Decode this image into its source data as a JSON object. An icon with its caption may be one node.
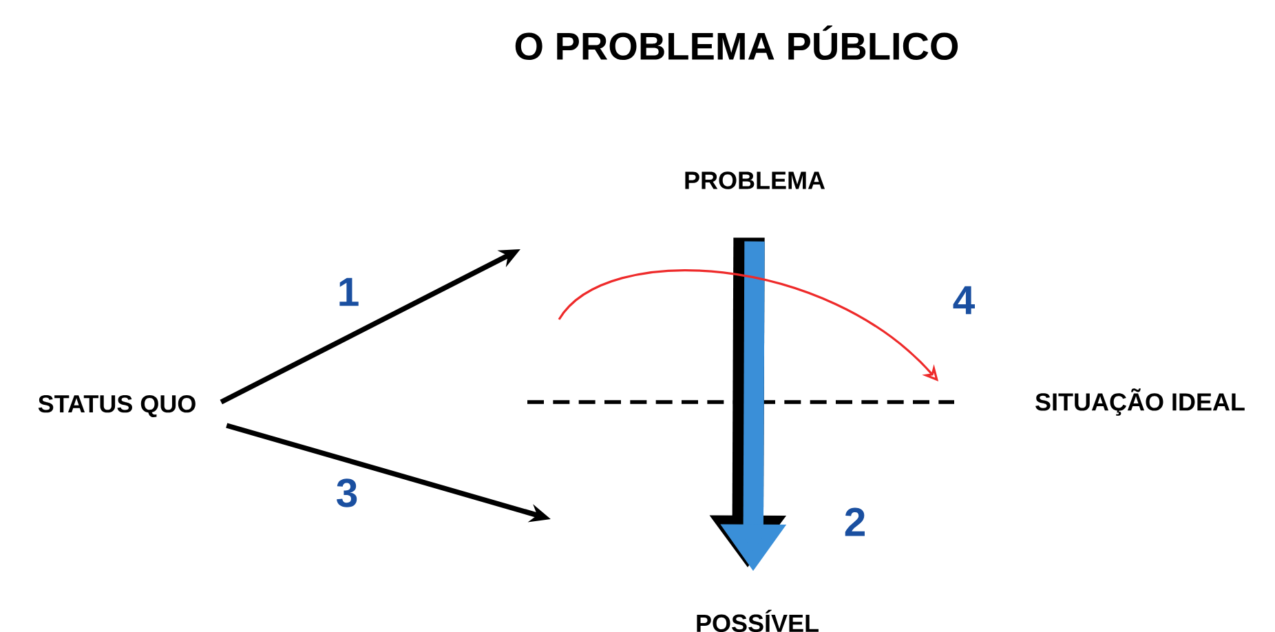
{
  "diagram": {
    "title": "O PROBLEMA PÚBLICO",
    "nodes": [
      {
        "text": [
          "STATUS QUO"
        ]
      },
      {
        "text": [
          "PROBLEMA"
        ]
      },
      {
        "text": [
          "SITUAÇÃO IDEAL"
        ]
      },
      {
        "text": [
          "POSSÍVEL"
        ]
      }
    ],
    "edges": [
      {
        "from": 0,
        "to": null,
        "arrow": "to",
        "label": "1"
      },
      {
        "from": 1,
        "to": 3,
        "arrow": "to",
        "label": "2",
        "style": "thick",
        "color": "#3a8fd8"
      },
      {
        "from": 0,
        "to": null,
        "arrow": "to",
        "label": "3"
      },
      {
        "from": null,
        "to": 2,
        "arrow": "to",
        "label": "4",
        "color": "#ee2a2a"
      }
    ]
  }
}
